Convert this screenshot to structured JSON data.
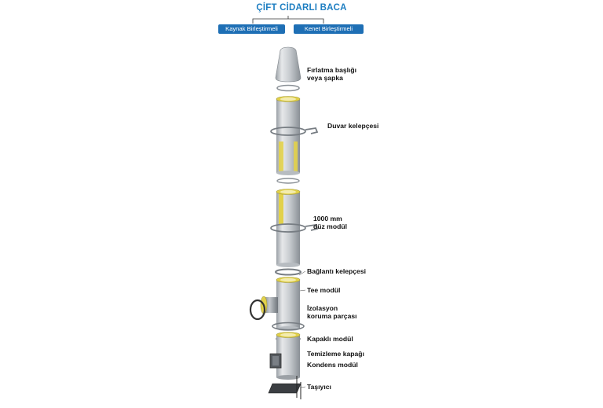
{
  "header": {
    "title": "ÇİFT CİDARLI  BACA",
    "tags": [
      "Kaynak Birleştirmeli",
      "Kenet Birleştirmeli"
    ]
  },
  "labels": {
    "cap": [
      "Fırlatma başlığı",
      "veya şapka"
    ],
    "wall_clamp": "Duvar kelepçesi",
    "straight_module": [
      "1000 mm",
      "düz modül"
    ],
    "connection_clamp": "Bağlantı kelepçesi",
    "tee_module": "Tee modül",
    "insulation_guard": [
      "İzolasyon",
      "koruma parçası"
    ],
    "lidded_module": "Kapaklı modül",
    "cleaning_lid": "Temizleme kapağı",
    "condensate_module": "Kondens modül",
    "support": "Taşıyıcı"
  },
  "colors": {
    "accent_blue": "#1f7fc2",
    "tag_blue": "#1e6fb5",
    "insulation_yellow": "#e2d14a"
  }
}
